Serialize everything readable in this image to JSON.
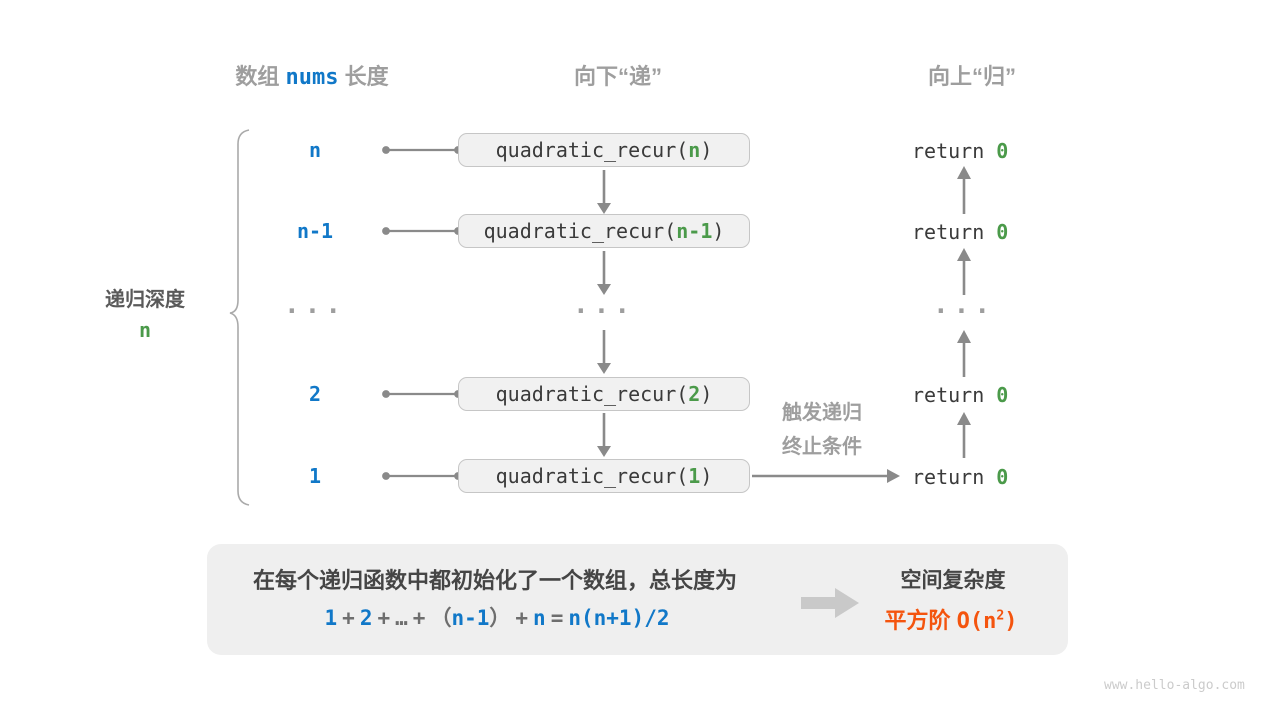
{
  "headers": {
    "array_prefix": "数组",
    "array_code": "nums",
    "array_suffix": "长度",
    "down": "向下“递”",
    "up": "向上“归”"
  },
  "depth": {
    "label": "递归深度",
    "value": "n"
  },
  "call": {
    "prefix": "quadratic_recur(",
    "suffix": ")"
  },
  "ret": {
    "keyword": "return",
    "value": "0"
  },
  "rows": [
    {
      "length": "n",
      "arg": "n"
    },
    {
      "length": "n-1",
      "arg": "n-1"
    },
    {
      "dots_left": "...",
      "dots_mid": "...",
      "dots_right": "..."
    },
    {
      "length": "2",
      "arg": "2"
    },
    {
      "length": "1",
      "arg": "1"
    }
  ],
  "trigger": {
    "line1": "触发递归",
    "line2": "终止条件"
  },
  "panel": {
    "line1": "在每个递归函数中都初始化了一个数组，总长度为",
    "formula": {
      "t1": "1",
      "op1": "+",
      "t2": "2",
      "op2": "+",
      "ellipsis": "…",
      "op3": "+",
      "open": "（",
      "t3": "n-1",
      "close": "）",
      "op4": "+",
      "t4": "n",
      "eq": "=",
      "result": "n(n+1)/2"
    },
    "complexity_title": "空间复杂度",
    "complexity_prefix": "平方阶",
    "complexity_o_prefix": "O(n",
    "complexity_sup": "2",
    "complexity_o_suffix": ")"
  },
  "watermark": "www.hello-algo.com",
  "colors": {
    "blue": "#1178c8",
    "green": "#4b9a4a",
    "orange": "#f4540e",
    "label_gray": "#9e9e9e",
    "arrow_gray": "#8a8a8a",
    "box_bg": "#f1f1f1",
    "box_border": "#c6c6c6",
    "panel_bg": "#efefef"
  }
}
